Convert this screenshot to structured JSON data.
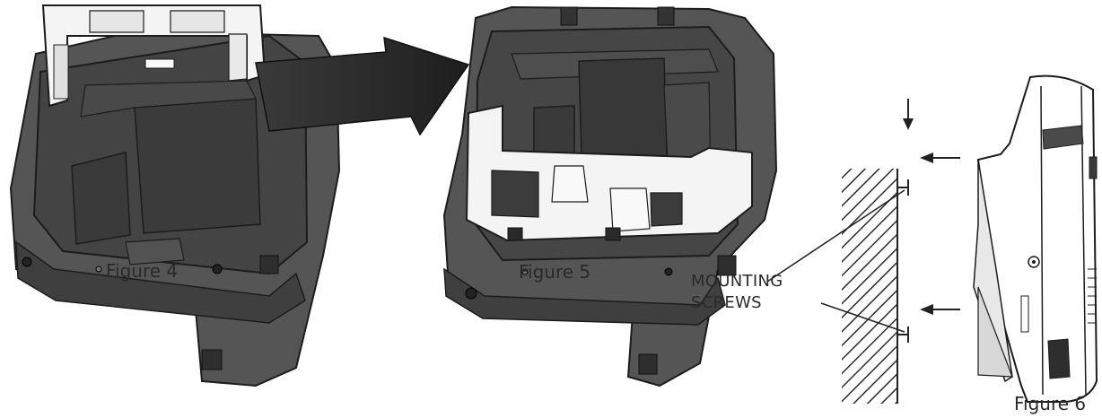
{
  "figures": [
    {
      "id": "fig4",
      "caption": "Figure 4"
    },
    {
      "id": "fig5",
      "caption": "Figure 5"
    },
    {
      "id": "fig6",
      "caption": "Figure 6"
    }
  ],
  "callout": {
    "line1": "MOUNTING",
    "line2": "SCREWS"
  },
  "colors": {
    "device_dark": "#4a4a4a",
    "device_mid": "#5e5e5e",
    "device_outline": "#1c1c1c",
    "bracket_white": "#f4f4f4",
    "wall_hatch": "#2b2b2b",
    "arrow": "#2e2e2e"
  }
}
